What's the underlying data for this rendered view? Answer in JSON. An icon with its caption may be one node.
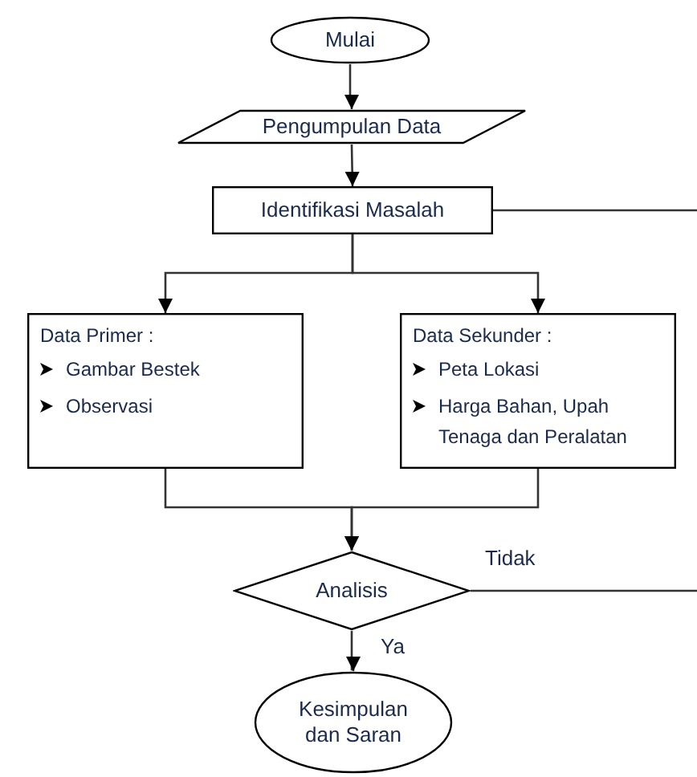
{
  "diagram": {
    "nodes": [
      {
        "text": [
          "Mulai"
        ]
      },
      {
        "text": [
          "Pengumpulan Data"
        ]
      },
      {
        "text": [
          "Identifikasi Masalah"
        ]
      },
      {
        "text": [
          "Data Primer :",
          "Gambar Bestek",
          "Observasi"
        ]
      },
      {
        "text": [
          "Data Sekunder :",
          "Peta Lokasi",
          "Harga Bahan, Upah Tenaga dan Peralatan"
        ]
      },
      {
        "text": [
          "Analisis"
        ]
      },
      {
        "text": [
          "Kesimpulan dan Saran"
        ]
      }
    ],
    "edges": [
      {
        "from": 0,
        "to": 1,
        "arrow": "to"
      },
      {
        "from": 1,
        "to": 2,
        "arrow": "to"
      },
      {
        "from": 2,
        "to": 3,
        "arrow": "to"
      },
      {
        "from": 2,
        "to": 4,
        "arrow": "to"
      },
      {
        "from": 3,
        "to": 5,
        "arrow": "to"
      },
      {
        "from": 4,
        "to": 5,
        "arrow": "to"
      },
      {
        "from": 5,
        "to": 6,
        "label": "Ya",
        "arrow": "to"
      },
      {
        "from": 2,
        "to": null,
        "arrow": "none"
      },
      {
        "from": 5,
        "to": null,
        "label": "Tidak",
        "arrow": "none"
      }
    ]
  }
}
